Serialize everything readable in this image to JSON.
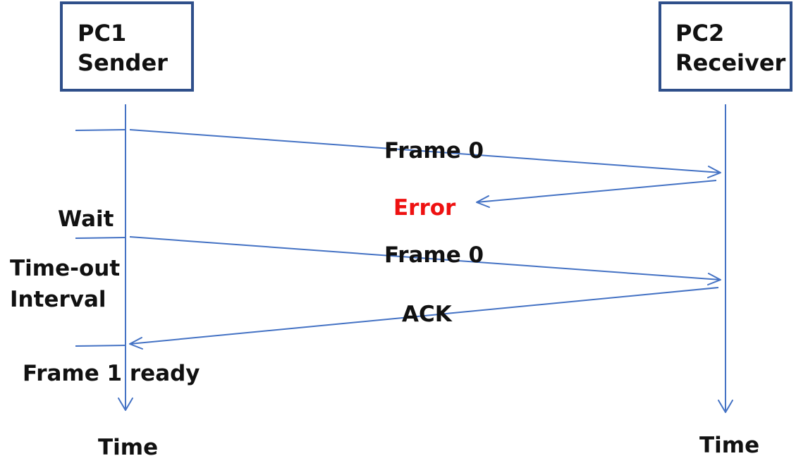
{
  "nodes": {
    "pc1": {
      "line1": "PC1",
      "line2": "Sender"
    },
    "pc2": {
      "line1": "PC2",
      "line2": "Receiver"
    }
  },
  "messages": {
    "frame0_first": "Frame 0",
    "error": "Error",
    "frame0_resend": "Frame 0",
    "ack": "ACK"
  },
  "annotations": {
    "wait": "Wait",
    "timeout_line1": "Time-out",
    "timeout_line2": "Interval",
    "frame1_ready": "Frame 1 ready"
  },
  "axes": {
    "time_left": "Time",
    "time_right": "Time"
  },
  "colors": {
    "line": "#4472c4",
    "box_border": "#2f4f8a",
    "error_text": "#ee1111",
    "text": "#111111"
  }
}
